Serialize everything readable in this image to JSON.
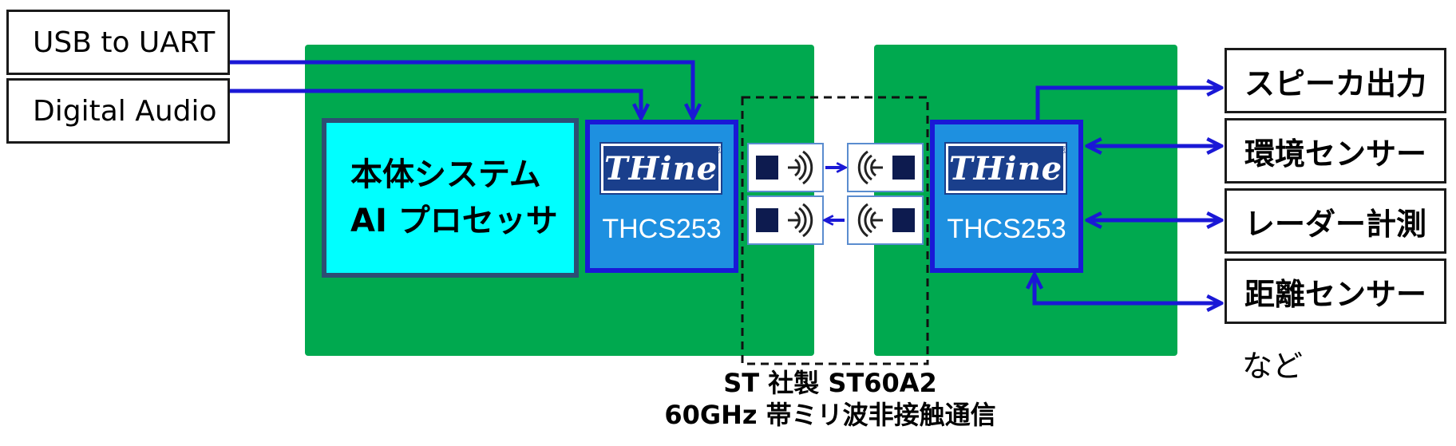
{
  "inputs": {
    "usb_uart": "USB to UART",
    "digital_audio": "Digital Audio"
  },
  "system": {
    "line1": "本体システム",
    "line2": "AI プロセッサ"
  },
  "chips": {
    "logo_text": "THine",
    "logo_reg": "®",
    "left_model": "THCS253",
    "right_model": "THCS253"
  },
  "outputs": [
    "スピーカ出力",
    "環境センサー",
    "レーダー計測",
    "距離センサー"
  ],
  "outputs_more": "など",
  "caption": {
    "line1": "ST 社製 ST60A2",
    "line2": "60GHz 帯ミリ波非接触通信"
  },
  "colors": {
    "board_green": "#00a94f",
    "chip_blue": "#1e90e0",
    "chip_border": "#1a18d6",
    "arrow_blue": "#1a18d6",
    "system_cyan": "#00ffff",
    "system_border": "#2e4d73",
    "logo_navy": "#1a3f8c"
  },
  "icons": {
    "millimeter_wave_module": "antenna-wave-icon"
  }
}
